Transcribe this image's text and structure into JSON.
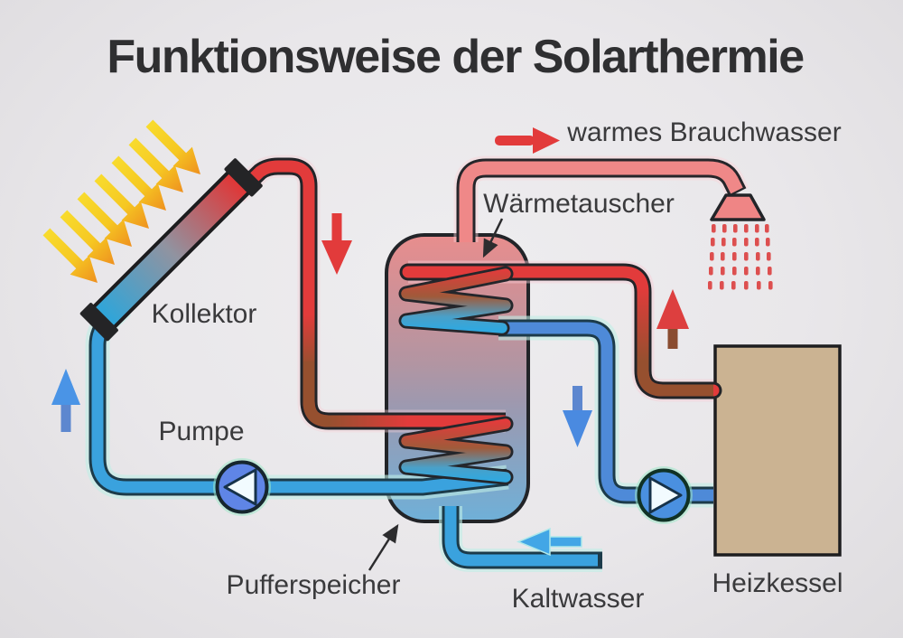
{
  "title": "Funktionsweise der Solarthermie",
  "labels": {
    "warm_water": "warmes Brauchwasser",
    "heat_exchanger": "Wärmetauscher",
    "collector": "Kollektor",
    "pump": "Pumpe",
    "buffer_tank": "Pufferspeicher",
    "cold_water": "Kaltwasser",
    "boiler": "Heizkessel"
  },
  "colors": {
    "background": "#e9e7ea",
    "text": "#3a3a3c",
    "hot_pipe_red": "#e23b3b",
    "return_brown": "#96502f",
    "cold_pipe_blue": "#3aa2de",
    "boiler_loop_blue": "#4e8ad8",
    "warm_water_pink": "#ef8888",
    "tank_top": "#e88d8d",
    "tank_bottom": "#6fb0d8",
    "boiler_fill": "#cbb392",
    "sun_yellow": "#f7d92e",
    "sun_orange": "#ee921f",
    "pump_fill": "#5f85e6"
  }
}
